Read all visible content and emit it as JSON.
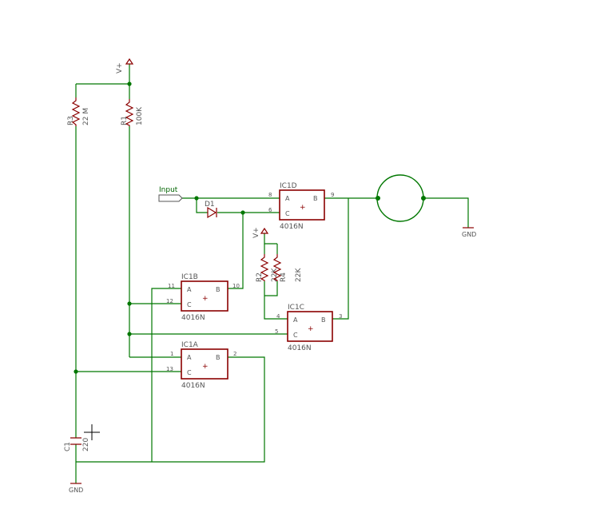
{
  "power": {
    "vplus": "V+",
    "gnd": "GND"
  },
  "input_label": "Input",
  "resistors": [
    {
      "ref": "R3",
      "value": "22 M"
    },
    {
      "ref": "R1",
      "value": "100K"
    },
    {
      "ref": "R2",
      "value": "22K"
    },
    {
      "ref": "R4",
      "value": "22K"
    }
  ],
  "capacitor": {
    "ref": "C1",
    "value": "220"
  },
  "diode": {
    "ref": "D1"
  },
  "ic_part": "4016N",
  "ics": [
    {
      "ref": "IC1D",
      "a": "A",
      "b": "B",
      "c": "C",
      "pin_a": "8",
      "pin_b": "9",
      "pin_c": "6"
    },
    {
      "ref": "IC1B",
      "a": "A",
      "b": "B",
      "c": "C",
      "pin_a": "11",
      "pin_b": "10",
      "pin_c": "12"
    },
    {
      "ref": "IC1C",
      "a": "A",
      "b": "B",
      "c": "C",
      "pin_a": "4",
      "pin_b": "3",
      "pin_c": "5"
    },
    {
      "ref": "IC1A",
      "a": "A",
      "b": "B",
      "c": "C",
      "pin_a": "1",
      "pin_b": "2",
      "pin_c": "13"
    }
  ],
  "colors": {
    "wire": "#007700",
    "component": "#8b0000",
    "text": "#555555"
  }
}
